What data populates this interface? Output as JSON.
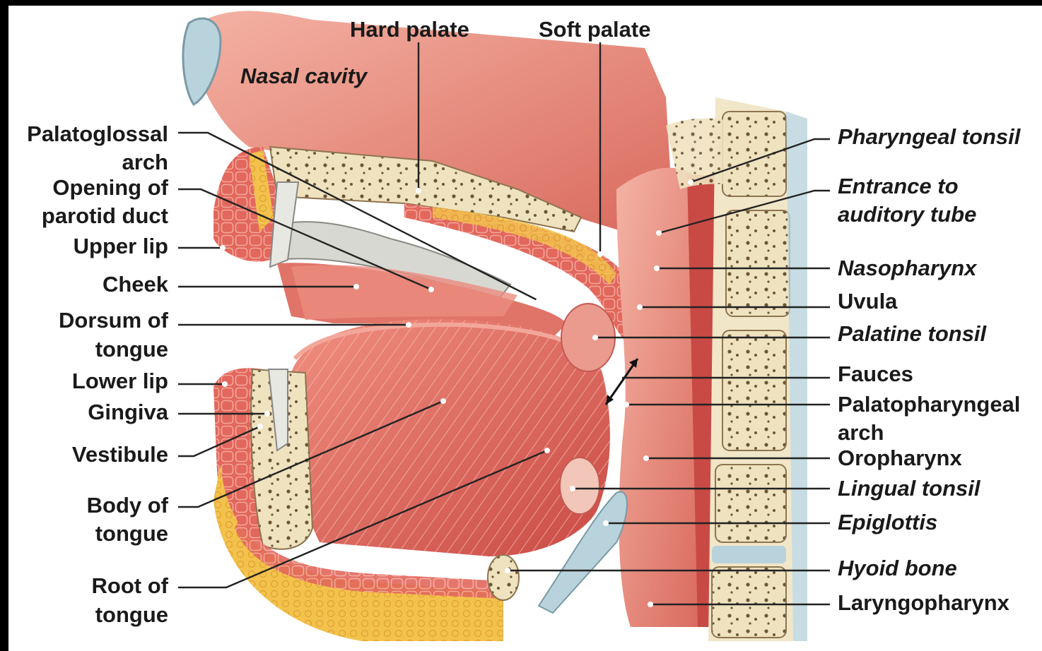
{
  "labels": {
    "nasal_cavity": "Nasal cavity",
    "hard_palate": "Hard palate",
    "soft_palate": "Soft palate",
    "palatoglossal_arch_1": "Palatoglossal",
    "palatoglossal_arch_2": "arch",
    "parotid_duct_1": "Opening of",
    "parotid_duct_2": "parotid duct",
    "upper_lip": "Upper lip",
    "cheek": "Cheek",
    "dorsum_1": "Dorsum of",
    "dorsum_2": "tongue",
    "lower_lip": "Lower lip",
    "gingiva": "Gingiva",
    "vestibule": "Vestibule",
    "body_1": "Body of",
    "body_2": "tongue",
    "root_1": "Root of",
    "root_2": "tongue",
    "pharyngeal_tonsil": "Pharyngeal tonsil",
    "auditory_1": "Entrance to",
    "auditory_2": "auditory tube",
    "nasopharynx": "Nasopharynx",
    "uvula": "Uvula",
    "palatine_tonsil": "Palatine tonsil",
    "fauces": "Fauces",
    "palatopharyngeal_1": "Palatopharyngeal",
    "palatopharyngeal_2": "arch",
    "oropharynx": "Oropharynx",
    "lingual_tonsil": "Lingual tonsil",
    "epiglottis": "Epiglottis",
    "hyoid_bone": "Hyoid bone",
    "laryngopharynx": "Laryngopharynx"
  },
  "colors": {
    "background": "#000000",
    "panel": "#ffffff",
    "tissue": "#e98575",
    "tissue_dark": "#c9514a",
    "muscle": "#d8574c",
    "bone": "#efe2bf",
    "fat": "#f2c14a",
    "leader": "#222222"
  }
}
